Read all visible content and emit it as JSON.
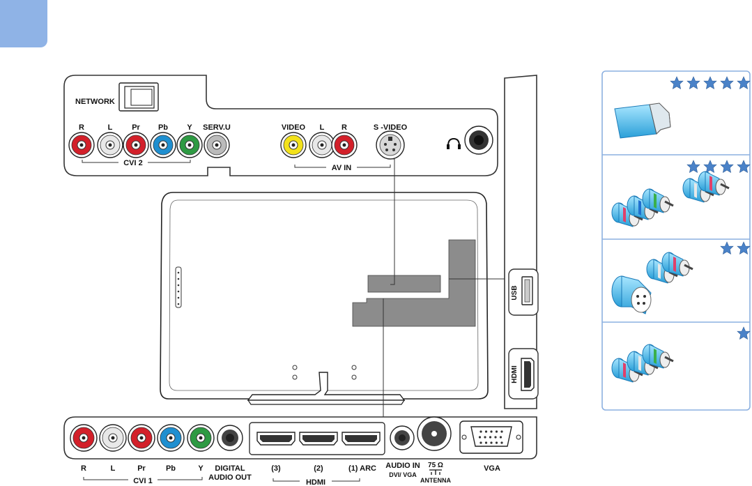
{
  "top_panel": {
    "network_label": "NETWORK",
    "cvi2_labels": [
      "R",
      "L",
      "Pr",
      "Pb",
      "Y",
      "SERV.U"
    ],
    "cvi2_group": "CVI 2",
    "av_labels": [
      "VIDEO",
      "L",
      "R",
      "S -VIDEO"
    ],
    "av_group": "AV IN"
  },
  "side_panel": {
    "usb_label": "USB",
    "hdmi_label": "HDMI"
  },
  "bottom_panel": {
    "cvi1_labels": [
      "R",
      "L",
      "Pr",
      "Pb",
      "Y"
    ],
    "digital_audio_label": [
      "DIGITAL",
      "AUDIO OUT"
    ],
    "cvi1_group": "CVI 1",
    "hdmi_port_labels": [
      "(3)",
      "(2)",
      "(1) ARC"
    ],
    "hdmi_group": "HDMI",
    "audio_in_label": [
      "AUDIO IN",
      "DVI/ VGA"
    ],
    "antenna_label": [
      "75 Ω",
      "ANTENNA"
    ],
    "vga_label": "VGA"
  },
  "quality_legend": [
    {
      "cable": "hdmi",
      "stars": 5
    },
    {
      "cable": "component",
      "stars": 4
    },
    {
      "cable": "s-video",
      "stars": 2
    },
    {
      "cable": "composite",
      "stars": 1
    }
  ],
  "colors": {
    "accent": "#8fb3e6",
    "panel_border": "#333333",
    "legend_border": "#8cb0e0",
    "tv_body": "#8c8c8c",
    "star": "#4a82c8",
    "jack_red": "#d3202a",
    "jack_white": "#e8e8e8",
    "jack_blue": "#1f8fd0",
    "jack_green": "#2e9a43",
    "jack_yellow": "#f3e21a"
  }
}
